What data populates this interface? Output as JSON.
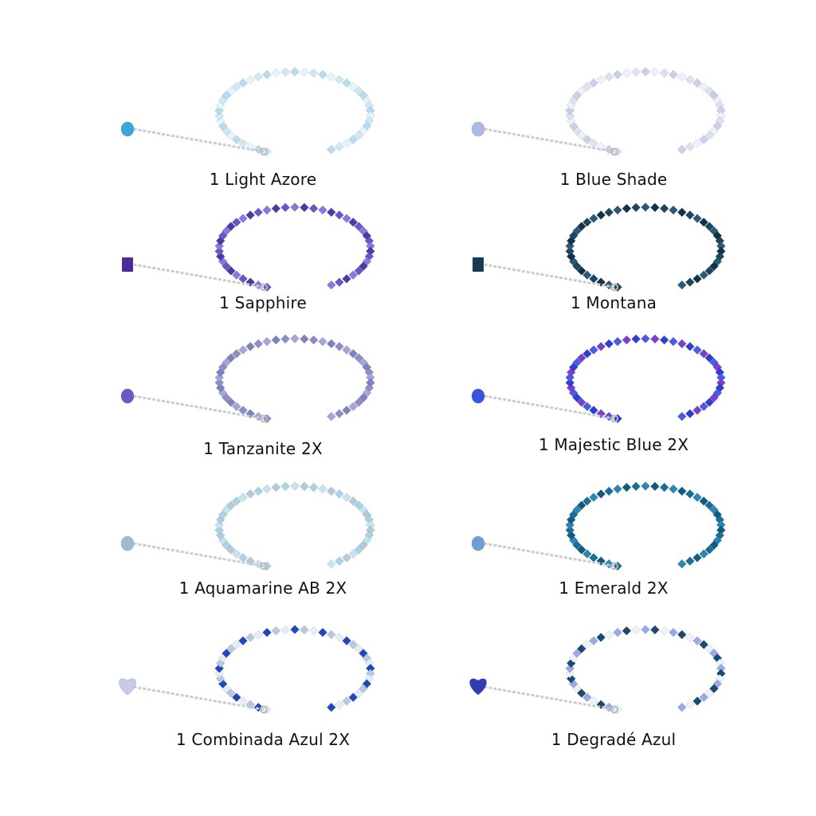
{
  "items": [
    {
      "label": "1 Light Azore",
      "colors": [
        "#cfe8f5",
        "#b6dcef",
        "#e6f4fb"
      ],
      "pendant": "#3aa8d8",
      "pendant_shape": "drop"
    },
    {
      "label": "1 Blue Shade",
      "colors": [
        "#dde2f2",
        "#c8d0ea",
        "#eef1fa"
      ],
      "pendant": "#aeb8e6",
      "pendant_shape": "drop"
    },
    {
      "label": "1 Sapphire",
      "colors": [
        "#6b55c9",
        "#8a78dc",
        "#4d3aa8"
      ],
      "pendant": "#4b2aa0",
      "pendant_shape": "cube"
    },
    {
      "label": "1 Montana",
      "colors": [
        "#1d4660",
        "#2a5a78",
        "#133349"
      ],
      "pendant": "#163b55",
      "pendant_shape": "cube"
    },
    {
      "label": "1 Tanzanite 2X",
      "colors": [
        "#8e8dc6",
        "#a9a3d6",
        "#7b84c2"
      ],
      "pendant": "#6b5ac0",
      "pendant_shape": "drop"
    },
    {
      "label": "1 Majestic Blue 2X",
      "colors": [
        "#2f3fd1",
        "#4a5ce6",
        "#7a3fd0"
      ],
      "pendant": "#3a53e0",
      "pendant_shape": "drop"
    },
    {
      "label": "1 Aquamarine AB 2X",
      "colors": [
        "#a9d3e6",
        "#c5e4ef",
        "#b8c9d6"
      ],
      "pendant": "#a3b8d6",
      "pendant_shape": "drop"
    },
    {
      "label": "1 Emerald 2X",
      "colors": [
        "#1c6e9a",
        "#2a86b4",
        "#135b7d"
      ],
      "pendant": "#6c9fd6",
      "pendant_shape": "drop"
    },
    {
      "label": "1 Combinada Azul 2X",
      "colors": [
        "#e6eef5",
        "#1f48c0",
        "#b9c7e0"
      ],
      "pendant": "#c5cbe8",
      "pendant_shape": "heart"
    },
    {
      "label": "1 Degradé Azul",
      "colors": [
        "#eef3f8",
        "#9aa9e8",
        "#1a4a6e"
      ],
      "pendant": "#2e3fb5",
      "pendant_shape": "heart"
    }
  ],
  "colors": {
    "chain": "#c9cdd2",
    "text": "#111111"
  },
  "icons": [
    "bracelet-image"
  ]
}
